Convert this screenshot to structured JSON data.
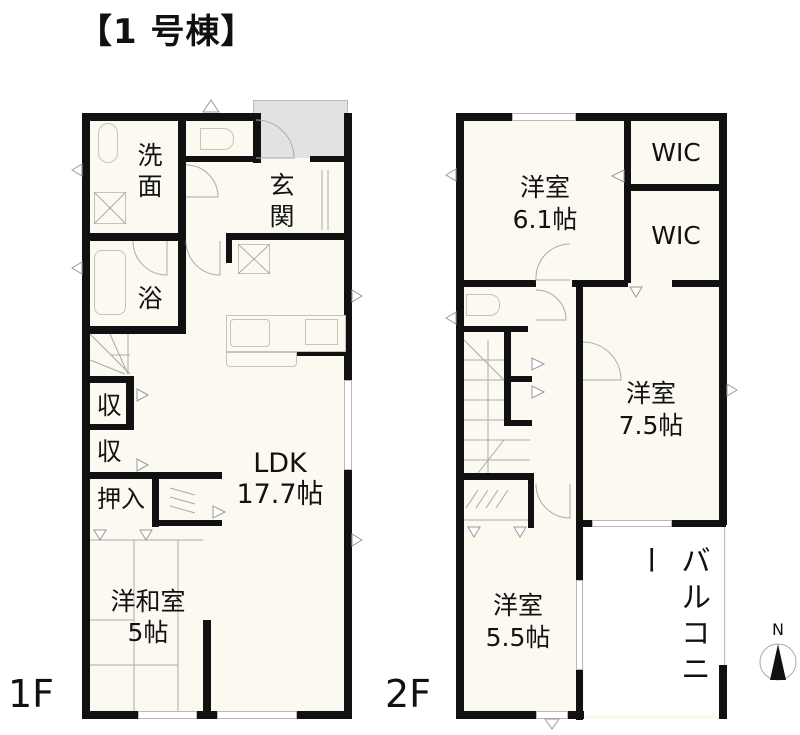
{
  "title": "【1 号棟】",
  "floors": [
    {
      "label": "1F",
      "rooms": {
        "senmen": "洗\n面",
        "genkan": "玄\n関",
        "yoku": "浴",
        "shu1": "収",
        "shu2": "収",
        "oshiire": "押入",
        "ldk_name": "LDK",
        "ldk_size": "17.7帖",
        "youwa_name": "洋和室",
        "youwa_size": "5帖"
      }
    },
    {
      "label": "2F",
      "rooms": {
        "you61_name": "洋室",
        "you61_size": "6.1帖",
        "wic1": "WIC",
        "wic2": "WIC",
        "you75_name": "洋室",
        "you75_size": "7.5帖",
        "you55_name": "洋室",
        "you55_size": "5.5帖",
        "balcony": "バルコニー"
      }
    }
  ],
  "compass": {
    "label": "N"
  },
  "colors": {
    "floor": "#fcf9f1",
    "wall": "#111111",
    "porch": "#e2e2e2"
  }
}
